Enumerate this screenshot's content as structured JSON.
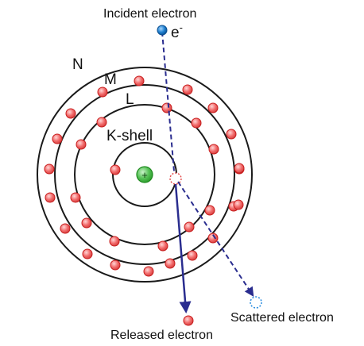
{
  "labels": {
    "incident": "Incident electron",
    "electron_symbol": "e",
    "electron_charge": "-",
    "shell_n": "N",
    "shell_m": "M",
    "shell_l": "L",
    "shell_k": "K-shell",
    "nucleus_sign": "+",
    "released": "Released electron",
    "scattered": "Scattered electron"
  },
  "colors": {
    "orbit": "#1a1a1a",
    "electron_fill": "#f26b6b",
    "electron_stroke": "#c81e1e",
    "nucleus_fill": "#57c257",
    "nucleus_stroke": "#1f8a1f",
    "incident_fill": "#1f7fcf",
    "path_line": "#2a2d8f",
    "scattered_marker": "#2f8fe0"
  },
  "icons": {
    "nucleus": "nucleus-icon",
    "electron": "electron-icon",
    "vacancy": "vacancy-icon"
  }
}
